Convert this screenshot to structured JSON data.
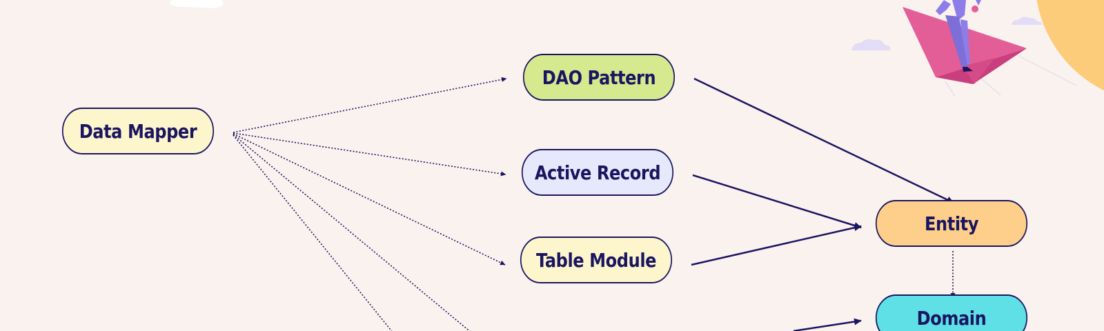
{
  "diagram": {
    "nodes": {
      "data_mapper": {
        "label": "Data Mapper",
        "fill": "#fdf6cc"
      },
      "dao_pattern": {
        "label": "DAO Pattern",
        "fill": "#d6e98f"
      },
      "active_record": {
        "label": "Active Record",
        "fill": "#e6e9fc"
      },
      "table_module": {
        "label": "Table Module",
        "fill": "#fdf6cc"
      },
      "entity": {
        "label": "Entity",
        "fill": "#fecf8a"
      },
      "domain": {
        "label": "Domain",
        "fill": "#5ee0e6"
      }
    },
    "edges": [
      {
        "from": "Data Mapper",
        "to": "DAO Pattern",
        "style": "dotted"
      },
      {
        "from": "Data Mapper",
        "to": "Active Record",
        "style": "dotted"
      },
      {
        "from": "Data Mapper",
        "to": "Table Module",
        "style": "dotted"
      },
      {
        "from": "DAO Pattern",
        "to": "Entity",
        "style": "solid"
      },
      {
        "from": "Active Record",
        "to": "Entity",
        "style": "solid"
      },
      {
        "from": "Table Module",
        "to": "Entity",
        "style": "solid"
      },
      {
        "from": "Entity",
        "to": "Domain",
        "style": "dotted"
      }
    ]
  },
  "illustration": {
    "description_icon": "paper-plane-rider-illustration",
    "colors": {
      "plane": "#e35d97",
      "plane_dark": "#c93f7e",
      "figure": "#8e7de8",
      "sun": "#fccc7a",
      "cloud": "#e2dcf6"
    }
  },
  "colors": {
    "background": "#faf2ee",
    "stroke": "#1a1560"
  }
}
